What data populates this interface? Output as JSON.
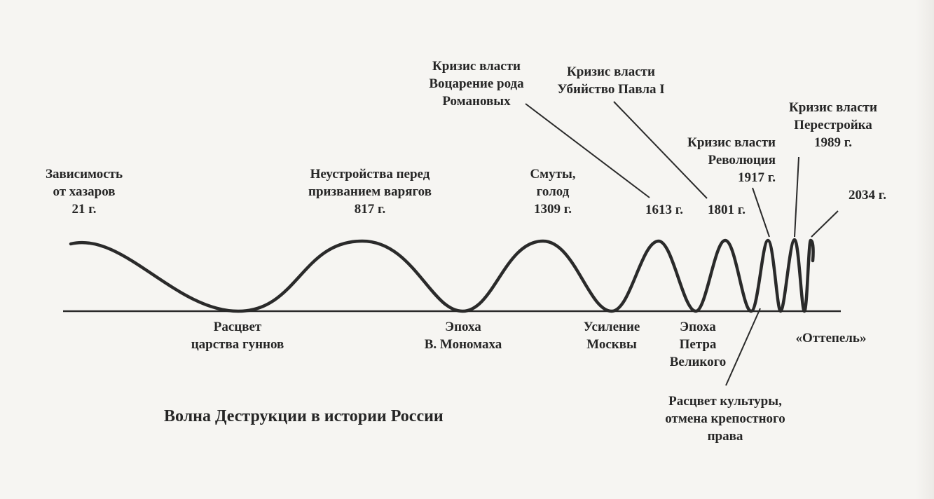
{
  "caption": "Волна Деструкции в истории России",
  "peaks": [
    {
      "id": "dependence-khazars",
      "text": "Зависимость\nот хазаров\n21 г."
    },
    {
      "id": "turmoil-varangians",
      "text": "Неустройства перед\nпризванием варягов\n817 г."
    },
    {
      "id": "troubles-famine",
      "text": "Смуты,\nголод\n1309 г."
    },
    {
      "id": "crisis-romanov",
      "text": "Кризис власти\nВоцарение рода\nРомановых"
    },
    {
      "id": "year-1613",
      "text": "1613 г."
    },
    {
      "id": "crisis-paul",
      "text": "Кризис власти\nУбийство Павла I"
    },
    {
      "id": "year-1801",
      "text": "1801 г."
    },
    {
      "id": "crisis-revolution",
      "text": "Кризис власти\nРеволюция\n1917 г."
    },
    {
      "id": "crisis-perestroika",
      "text": "Кризис власти\nПерестройка\n1989 г."
    },
    {
      "id": "year-2034",
      "text": "2034 г."
    }
  ],
  "troughs": [
    {
      "id": "huns-flourish",
      "text": "Расцвет\nцарства гуннов"
    },
    {
      "id": "monomakh-era",
      "text": "Эпоха\nВ. Мономаха"
    },
    {
      "id": "moscow-rise",
      "text": "Усиление\nМосквы"
    },
    {
      "id": "peter-era",
      "text": "Эпоха\nПетра\nВеликого"
    },
    {
      "id": "culture-flourish",
      "text": "Расцвет культуры,\nотмена крепостного\nправа"
    },
    {
      "id": "thaw",
      "text": "«Оттепель»"
    }
  ],
  "colors": {
    "line": "#2a2a2a",
    "background": "#f6f5f2"
  }
}
